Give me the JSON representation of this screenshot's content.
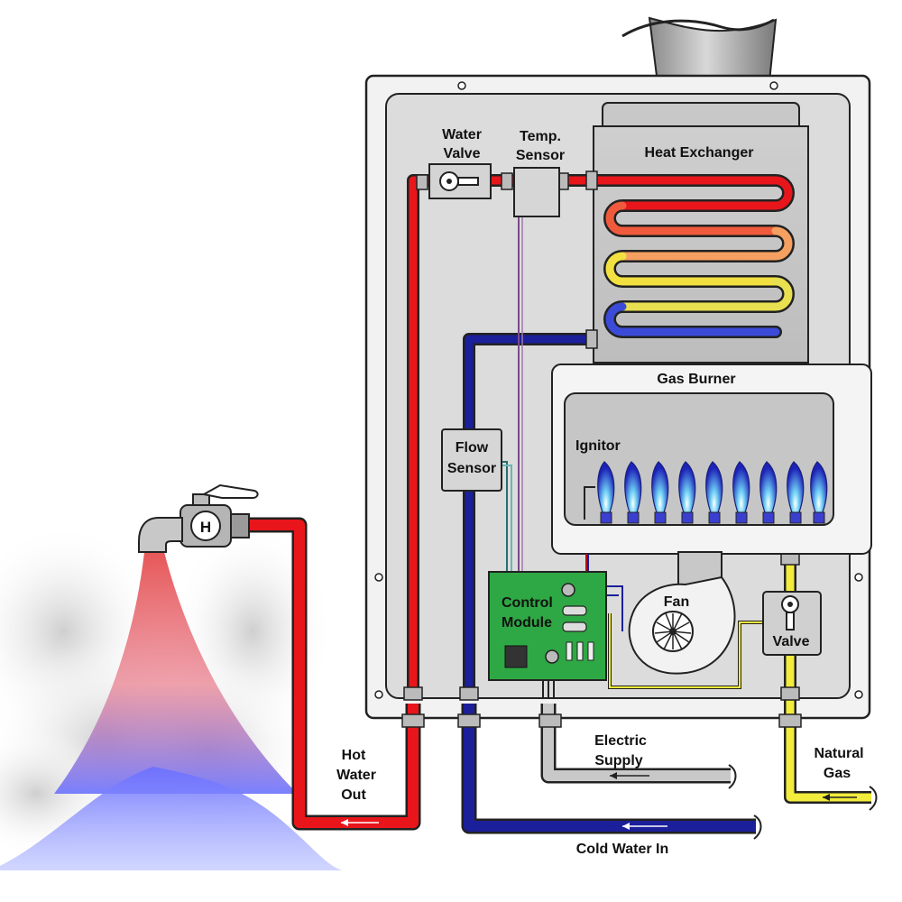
{
  "labels": {
    "water_valve": [
      "Water",
      "Valve"
    ],
    "temp_sensor": [
      "Temp.",
      "Sensor"
    ],
    "heat_exchanger": "Heat Exchanger",
    "gas_burner": "Gas Burner",
    "ignitor": "Ignitor",
    "flow_sensor": [
      "Flow",
      "Sensor"
    ],
    "control_module": [
      "Control",
      "Module"
    ],
    "fan": "Fan",
    "gas_valve": "Valve",
    "faucet_badge": "H",
    "hot_water_out": [
      "Hot",
      "Water",
      "Out"
    ],
    "electric_supply": [
      "Electric",
      "Supply"
    ],
    "natural_gas": [
      "Natural",
      "Gas"
    ],
    "cold_water_in": "Cold Water In"
  },
  "colors": {
    "hot_pipe": "#e8161b",
    "cold_pipe": "#1b1f9a",
    "gas_pipe": "#f2ec3c",
    "electric_conduit": "#c8c8c8",
    "sensor_wire": "#7a4a8a",
    "control_board": "#2ea844",
    "cabinet_panel": "#dcdcdc",
    "cabinet_frame": "#f2f2f2",
    "flame_blue": "#2b2fc0",
    "flame_light": "#5ac8f0"
  },
  "icons": [
    "faucet-icon",
    "fan-icon",
    "valve-knob-icon",
    "flame-icon",
    "flow-arrow-icon"
  ]
}
